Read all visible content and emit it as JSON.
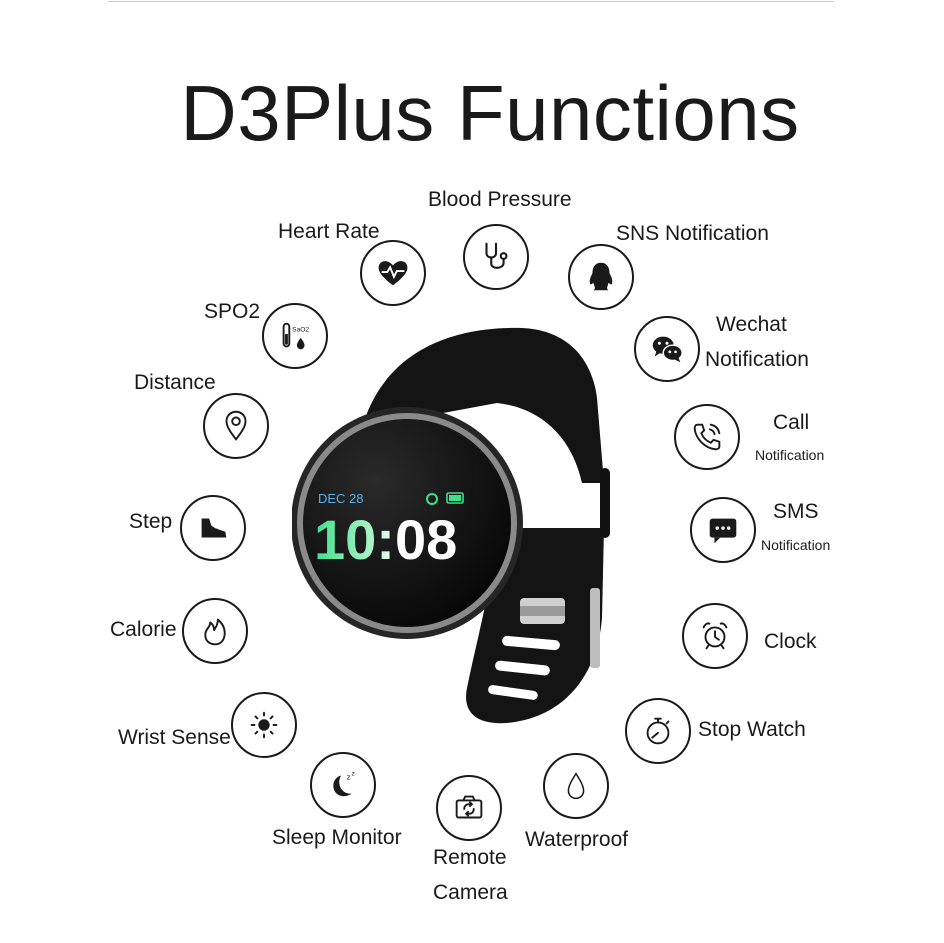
{
  "title": "D3Plus Functions",
  "watch": {
    "date": "DEC  28",
    "time": "10:08"
  },
  "features": {
    "blood_pressure": "Blood Pressure",
    "heart_rate": "Heart Rate",
    "sns": "SNS Notification",
    "spo2": "SPO2",
    "spo2_icon_text": "SaO2",
    "wechat_1": "Wechat",
    "wechat_2": "Notification",
    "distance": "Distance",
    "call_1": "Call",
    "call_2": "Notification",
    "step": "Step",
    "sms_1": "SMS",
    "sms_2": "Notification",
    "calorie": "Calorie",
    "clock": "Clock",
    "wrist_sense": "Wrist Sense",
    "stop_watch": "Stop Watch",
    "sleep_monitor": "Sleep Monitor",
    "waterproof": "Waterproof",
    "remote_1": "Remote",
    "remote_2": "Camera"
  },
  "colors": {
    "ink": "#1a1a1a",
    "time_gradient_start": "#3ee08a",
    "time_gradient_end": "#ffffff",
    "battery": "#3ee08a"
  }
}
